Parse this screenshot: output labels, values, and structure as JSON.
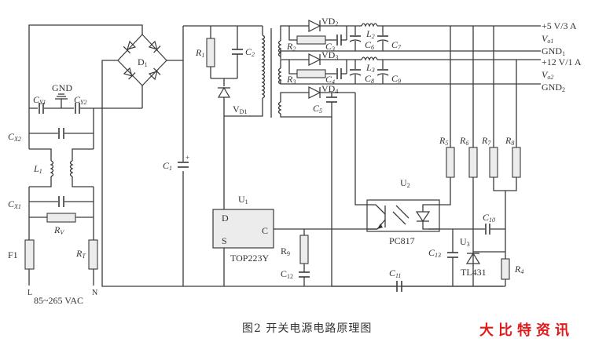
{
  "figure": {
    "caption": "图2   开关电源电路原理图",
    "watermark": "大比特资讯",
    "watermark_color": "#e21a1a"
  },
  "labels": {
    "gnd": "GND",
    "cy1": "C",
    "cy1_sub": "Y1",
    "cy2": "C",
    "cy2_sub": "Y2",
    "cx2": "C",
    "cx2_sub": "X2",
    "l1": "L",
    "l1_sub": "1",
    "cx1": "C",
    "cx1_sub": "X1",
    "rv": "R",
    "rv_sub": "V",
    "f1": "F1",
    "rt": "R",
    "rt_sub": "T",
    "l": "L",
    "n": "N",
    "vac": "85~265 VAC",
    "d1": "D",
    "d1_sub": "1",
    "c1": "C",
    "c1_sub": "1",
    "r1": "R",
    "r1_sub": "1",
    "c2": "C",
    "c2_sub": "2",
    "vd1": "V",
    "vd1_sub": "D1",
    "u1": "U",
    "u1_sub": "1",
    "pin_d": "D",
    "pin_s": "S",
    "pin_c": "C",
    "top223y": "TOP223Y",
    "r9": "R",
    "r9_sub": "9",
    "c12": "C",
    "c12_sub": "12",
    "vd2": "VD",
    "vd2_sub": "2",
    "vd3": "VD",
    "vd3_sub": "3",
    "vd4": "VD",
    "vd4_sub": "4",
    "r2": "R",
    "r2_sub": "2",
    "r3": "R",
    "r3_sub": "3",
    "c3": "C",
    "c3_sub": "3",
    "c4": "C",
    "c4_sub": "4",
    "c5": "C",
    "c5_sub": "5",
    "l2": "L",
    "l2_sub": "2",
    "l3": "L",
    "l3_sub": "3",
    "c6": "C",
    "c6_sub": "6",
    "c7": "C",
    "c7_sub": "7",
    "c8": "C",
    "c8_sub": "8",
    "c9": "C",
    "c9_sub": "9",
    "out1": "+5  V/3  A",
    "vo1": "V",
    "vo1_sub": "o1",
    "gnd1": "GND",
    "gnd1_sub": "1",
    "out2": "+12  V/1  A",
    "vo2": "V",
    "vo2_sub": "o2",
    "gnd2": "GND",
    "gnd2_sub": "2",
    "r5": "R",
    "r5_sub": "5",
    "r6": "R",
    "r6_sub": "6",
    "r7": "R",
    "r7_sub": "7",
    "r8": "R",
    "r8_sub": "8",
    "u2": "U",
    "u2_sub": "2",
    "pc817": "PC817",
    "c10": "C",
    "c10_sub": "10",
    "u3": "U",
    "u3_sub": "3",
    "c13": "C",
    "c13_sub": "13",
    "tl431": "TL431",
    "r4": "R",
    "r4_sub": "4",
    "c11": "C",
    "c11_sub": "11"
  }
}
